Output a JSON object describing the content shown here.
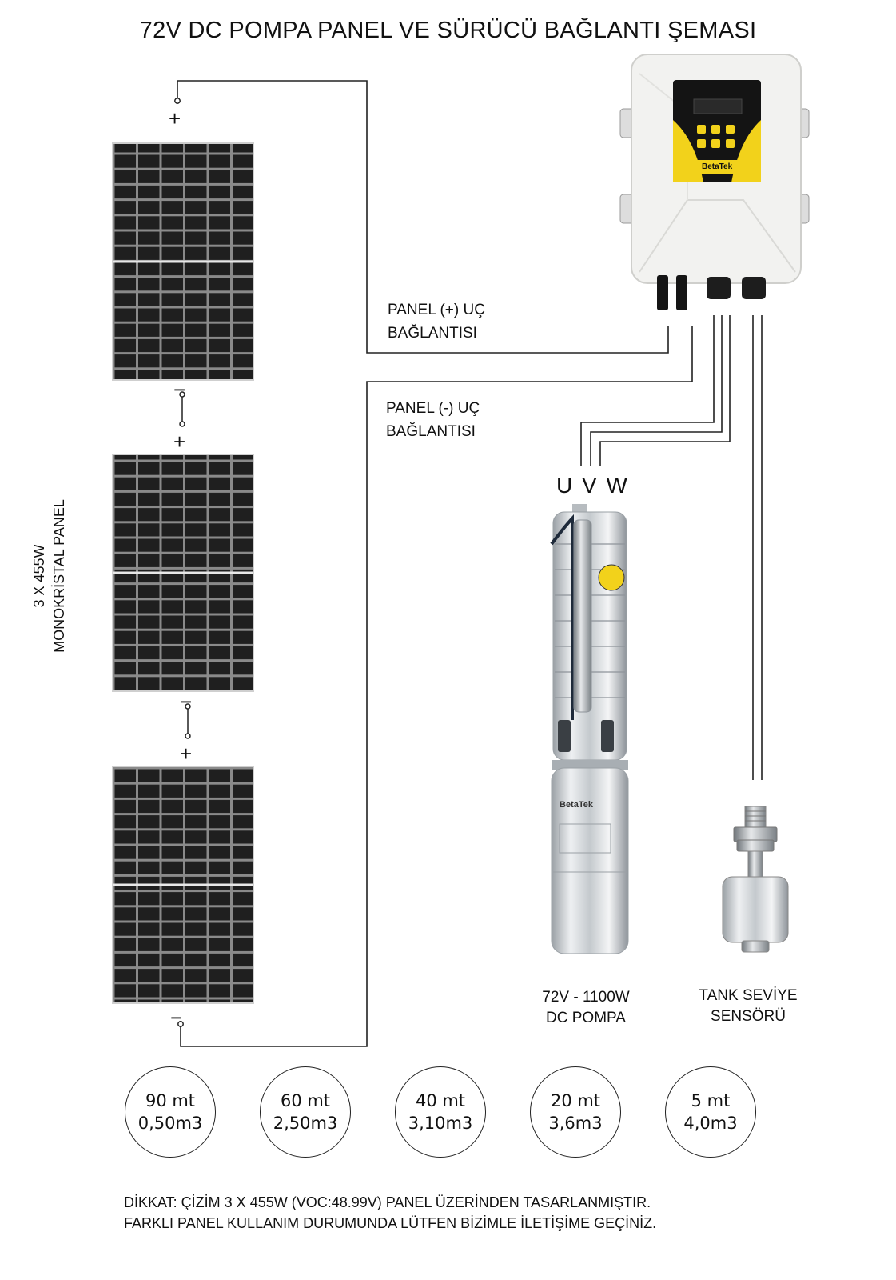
{
  "title": "72V DC POMPA PANEL VE SÜRÜCÜ BAĞLANTI ŞEMASI",
  "solar_array_label": {
    "line1": "3 X 455W",
    "line2": "MONOKRİSTAL PANEL"
  },
  "terminals": {
    "plus": "+",
    "minus": "−"
  },
  "panel_plus_label": {
    "line1": "PANEL (+) UÇ",
    "line2": "BAĞLANTISI"
  },
  "panel_minus_label": {
    "line1": "PANEL (-) UÇ",
    "line2": "BAĞLANTISI"
  },
  "uvw_label": "U V W",
  "controller_brand": "BetaTek",
  "pump_brand": "BetaTek",
  "pump_caption": {
    "line1": "72V - 1100W",
    "line2": "DC POMPA"
  },
  "sensor_caption": {
    "line1": "TANK SEVİYE",
    "line2": "SENSÖRÜ"
  },
  "performance": [
    {
      "depth": "90 mt",
      "flow": "0,50m3"
    },
    {
      "depth": "60 mt",
      "flow": "2,50m3"
    },
    {
      "depth": "40 mt",
      "flow": "3,10m3"
    },
    {
      "depth": "20 mt",
      "flow": "3,6m3"
    },
    {
      "depth": "5 mt",
      "flow": "4,0m3"
    }
  ],
  "note": {
    "line1": "DİKKAT: ÇİZİM 3 X 455W (VOC:48.99V) PANEL ÜZERİNDEN  TASARLANMIŞTIR.",
    "line2": "FARKLI PANEL KULLANIM DURUMUNDA LÜTFEN BİZİMLE İLETİŞİME GEÇİNİZ."
  },
  "colors": {
    "panel_cell": "#1f1f1f",
    "panel_grid": "#8a8a8a",
    "accent_yellow": "#f2d21b",
    "steel": "#c9cdd0"
  }
}
